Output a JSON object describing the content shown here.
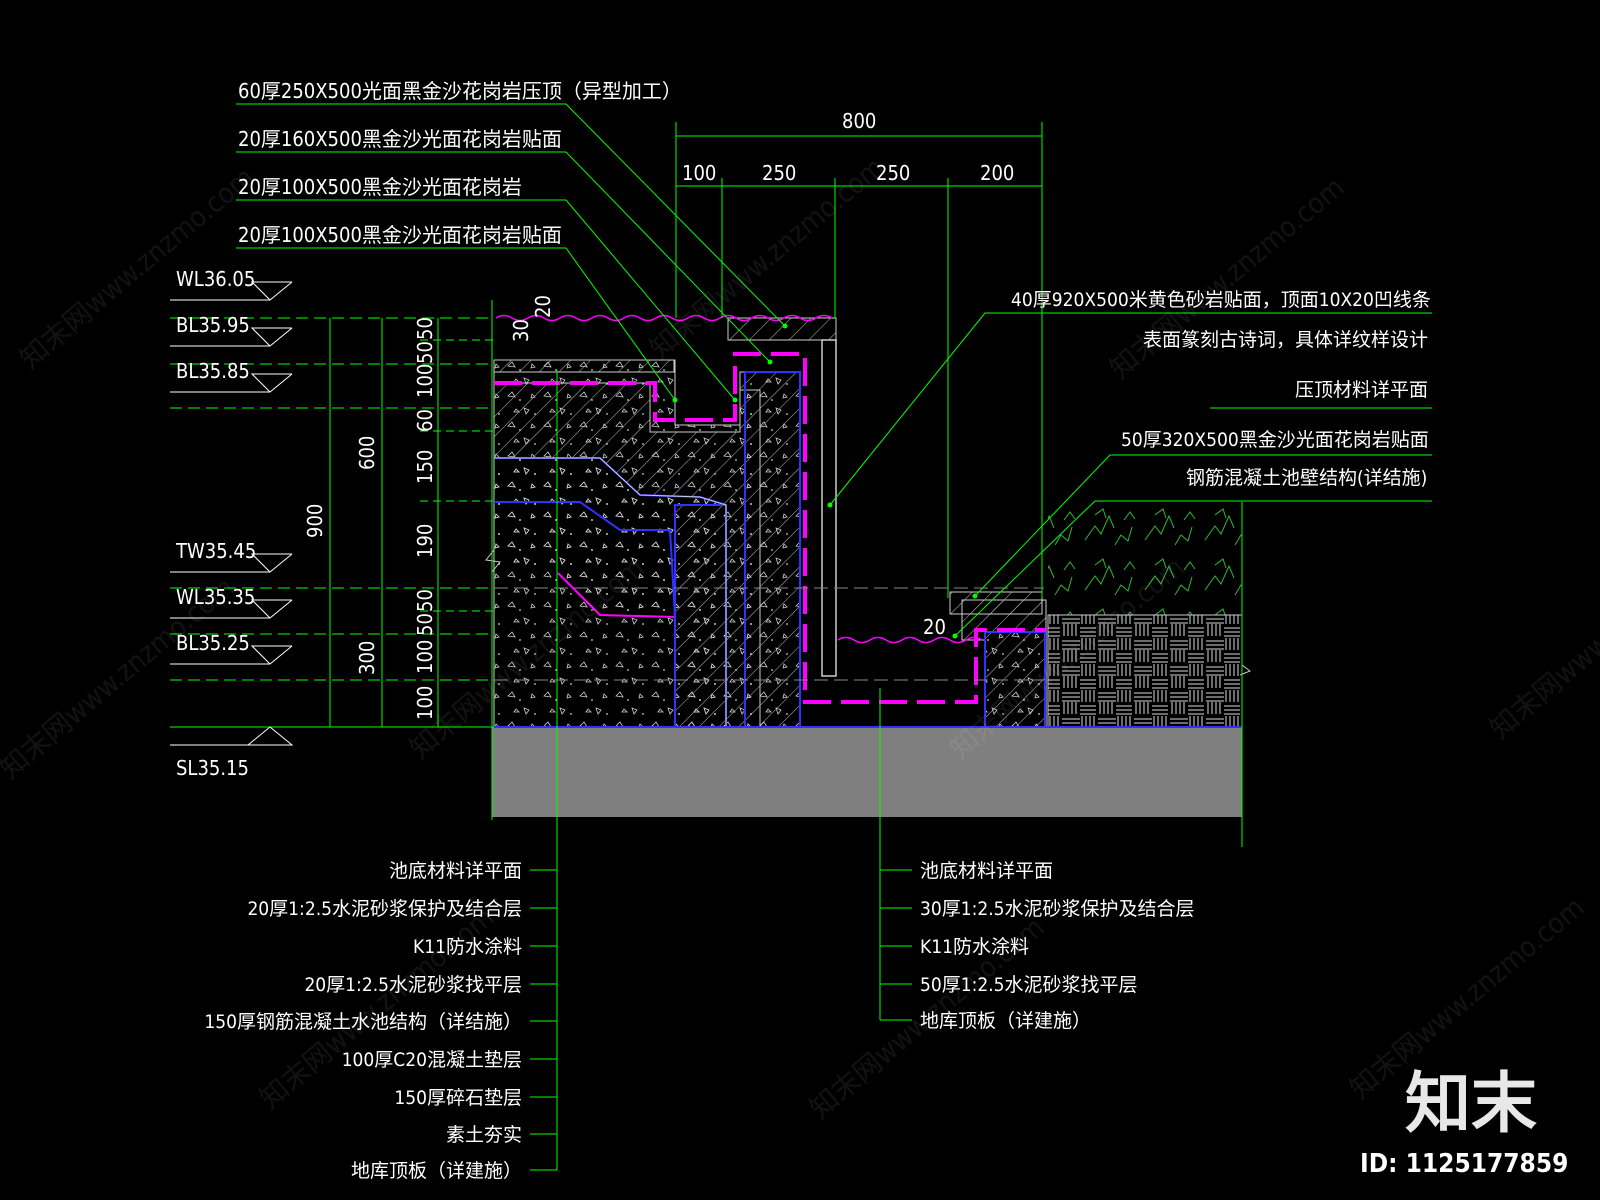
{
  "dimensions": {
    "top_total": "800",
    "top_segments": [
      "100",
      "250",
      "250",
      "200"
    ],
    "left_height_total": "900",
    "left_upper": "600",
    "left_lower": "300",
    "left_small": [
      "50",
      "50",
      "100",
      "60",
      "150",
      "190",
      "50",
      "50",
      "100",
      "100"
    ],
    "surface_30": "30",
    "surface_20": "20",
    "right_20": "20"
  },
  "levels": [
    "WL36.05",
    "BL35.95",
    "BL35.85",
    "TW35.45",
    "WL35.35",
    "BL35.25",
    "SL35.15"
  ],
  "top_notes": [
    "60厚250X500光面黑金沙花岗岩压顶（异型加工）",
    "20厚160X500黑金沙光面花岗岩贴面",
    "20厚100X500黑金沙光面花岗岩",
    "20厚100X500黑金沙光面花岗岩贴面"
  ],
  "right_notes": [
    "40厚920X500米黄色砂岩贴面，顶面10X20凹线条",
    "表面篆刻古诗词，具体详纹样设计",
    "压顶材料详平面",
    "50厚320X500黑金沙光面花岗岩贴面",
    "钢筋混凝土池壁结构(详结施)"
  ],
  "bottom_left_notes": [
    "池底材料详平面",
    "20厚1:2.5水泥砂浆保护及结合层",
    "K11防水涂料",
    "20厚1:2.5水泥砂浆找平层",
    "150厚钢筋混凝土水池结构（详结施）",
    "100厚C20混凝土垫层",
    "150厚碎石垫层",
    "素土夯实",
    "地库顶板（详建施）"
  ],
  "bottom_right_notes": [
    "池底材料详平面",
    "30厚1:2.5水泥砂浆保护及结合层",
    "K11防水涂料",
    "50厚1:2.5水泥砂浆找平层",
    "地库顶板（详建施）"
  ],
  "brand": {
    "logo": "知末",
    "id": "ID: 1125177859"
  },
  "watermark": "知末网www.znzmo.com",
  "colors": {
    "dim": "#00ff00",
    "magenta": "#ff00ff",
    "blue": "#3030ff",
    "slab": "#808080",
    "text": "#ffffff"
  }
}
